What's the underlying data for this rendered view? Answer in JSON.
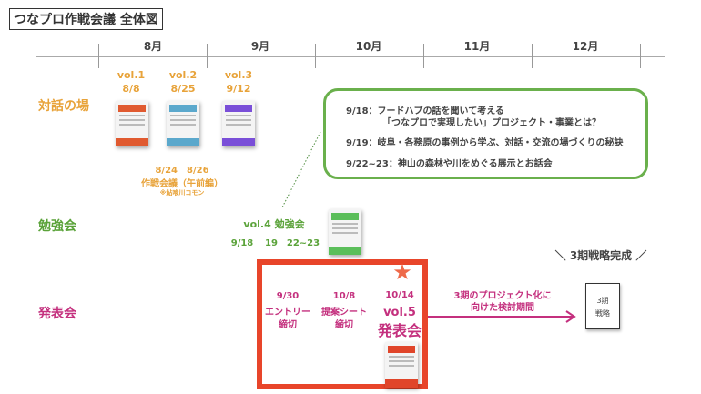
{
  "title": "つなプロ作戦会議 全体図",
  "months": [
    "8月",
    "9月",
    "10月",
    "11月",
    "12月"
  ],
  "rows": {
    "dialogue": "対話の場",
    "study": "勉強会",
    "presentation": "発表会"
  },
  "dialogue": {
    "events": [
      {
        "vol": "vol.1",
        "date": "8/8"
      },
      {
        "vol": "vol.2",
        "date": "8/25"
      },
      {
        "vol": "vol.3",
        "date": "9/12"
      }
    ],
    "strategy_dates": "8/24　8/26",
    "strategy_name": "作戦会議（午前編）",
    "strategy_venue": "※鮎喰川コモン"
  },
  "study_box": {
    "line1a": "9/18：フードハブの話を聞いて考える",
    "line1b": "「つなプロで実現したい」プロジェクト・事業とは？",
    "line2": "9/19：岐阜・各務原の事例から学ぶ、対話・交流の場づくりの秘訣",
    "line3": "9/22~23：神山の森林や川をめぐる展示とお話会"
  },
  "study": {
    "title": "vol.4 勉強会",
    "dates": [
      "9/18",
      "19",
      "22~23"
    ]
  },
  "presentation": {
    "milestones": [
      {
        "date": "9/30",
        "label1": "エントリー",
        "label2": "締切"
      },
      {
        "date": "10/8",
        "label1": "提案シート",
        "label2": "締切"
      }
    ],
    "final": {
      "date": "10/14",
      "vol": "vol.5",
      "name": "発表会"
    },
    "arrow_text1": "3期のプロジェクト化に",
    "arrow_text2": "向けた検討期間",
    "complete": "＼ 3期戦略完成 ／",
    "doc1": "3期",
    "doc2": "戦略"
  },
  "colors": {
    "dialogue": "#E8A33A",
    "study": "#5BA33A",
    "presentation": "#C4307E",
    "highlight": "#E8452A"
  }
}
